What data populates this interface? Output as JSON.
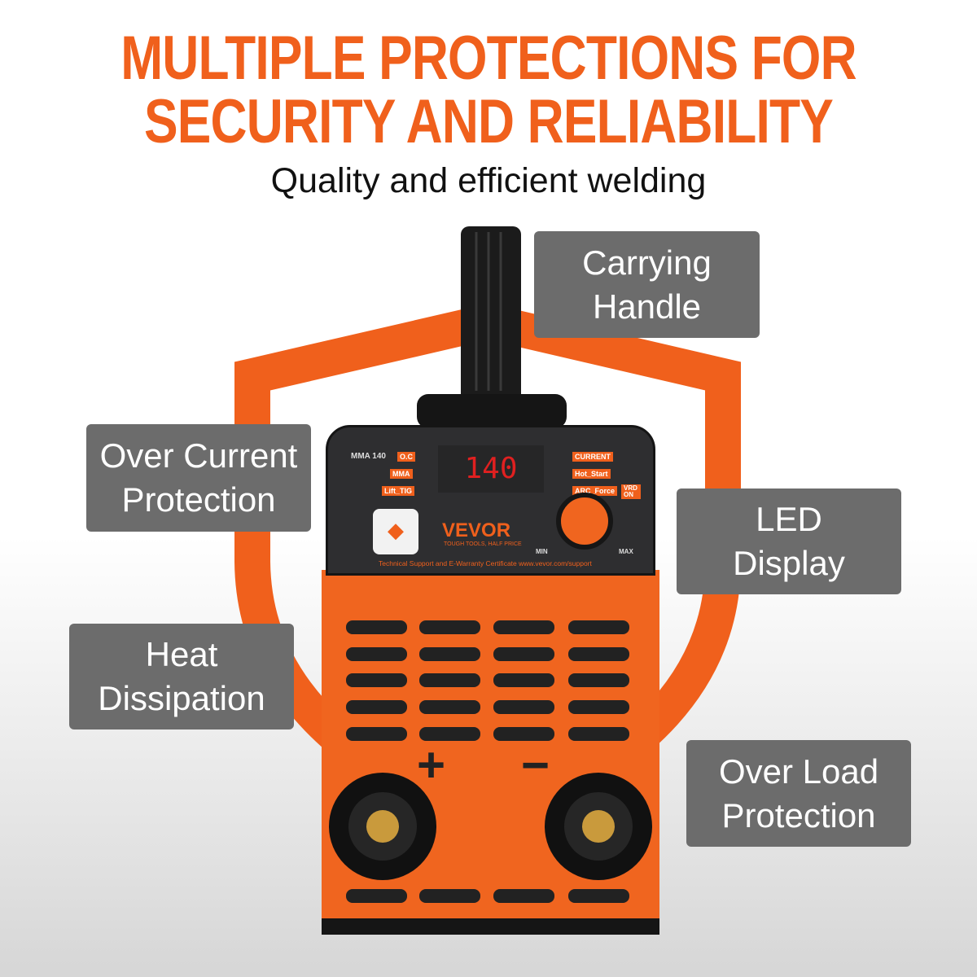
{
  "headline": {
    "line1": "MULTIPLE PROTECTIONS FOR",
    "line2": "SECURITY AND RELIABILITY",
    "subtitle": "Quality and efficient welding"
  },
  "features": {
    "carrying_handle": [
      "Carrying",
      "Handle"
    ],
    "over_current": [
      "Over Current",
      "Protection"
    ],
    "led_display": [
      "LED",
      "Display"
    ],
    "heat_dissipation": [
      "Heat",
      "Dissipation"
    ],
    "over_load": [
      "Over Load",
      "Protection"
    ]
  },
  "panel": {
    "model": "MMA 140",
    "display": "140",
    "left_tags": [
      "O.C",
      "MMA",
      "Lift_TIG"
    ],
    "right_tags": [
      "CURRENT",
      "Hot_Start",
      "ARC_Force"
    ],
    "vrd": "VRD ON",
    "brand": "VEVOR",
    "slogan": "TOUGH TOOLS, HALF PRICE",
    "min": "MIN",
    "max": "MAX",
    "support": "Technical Support and E-Warranty Certificate www.vevor.com/support"
  },
  "terminals": {
    "plus": "+",
    "minus": "−"
  },
  "colors": {
    "accent": "#f0601c",
    "label_bg": "#6c6c6c",
    "display_red": "#e02020"
  }
}
